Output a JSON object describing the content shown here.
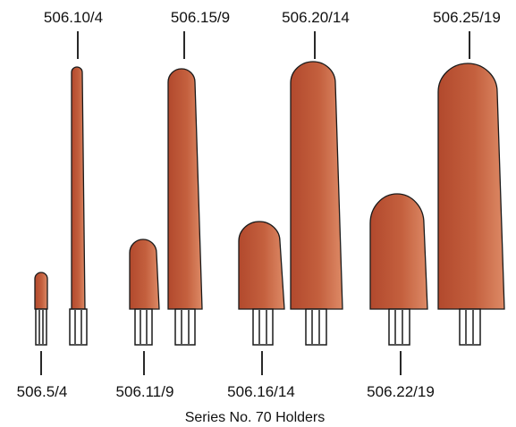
{
  "diagram": {
    "caption": "Series No. 70 Holders",
    "top_labels": [
      "506.10/4",
      "506.15/9",
      "506.20/14",
      "506.25/19"
    ],
    "bottom_labels": [
      "506.5/4",
      "506.11/9",
      "506.16/14",
      "506.22/19"
    ],
    "colors": {
      "stone_dark": "#a9442a",
      "stone_light": "#d9825f",
      "outline": "#1a1a1a"
    }
  }
}
